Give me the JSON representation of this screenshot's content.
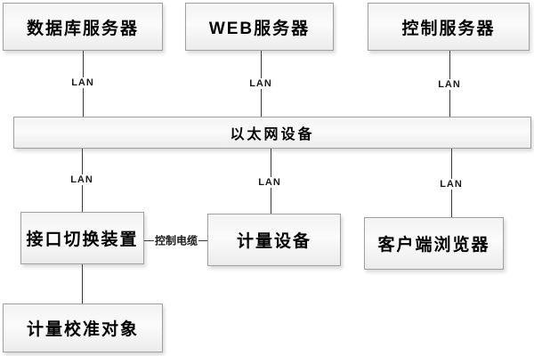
{
  "diagram": {
    "nodes": {
      "db_server": "数据库服务器",
      "web_server": "WEB服务器",
      "control_server": "控制服务器",
      "ethernet_device": "以太网设备",
      "interface_switch": "接口切换装置",
      "metering_device": "计量设备",
      "client_browser": "客户端浏览器",
      "calibration_object": "计量校准对象"
    },
    "edge_labels": {
      "lan_labels": [
        "LAN",
        "LAN",
        "LAN",
        "LAN",
        "LAN",
        "LAN"
      ],
      "control_cable": "控制电缆"
    },
    "colors": {
      "background": "#ffffff",
      "node_border": "#a0a0a0",
      "node_fill_light": "#fbfbfb",
      "node_fill_dark": "#ececec",
      "line": "#3a3a3a",
      "text": "#000000"
    }
  }
}
